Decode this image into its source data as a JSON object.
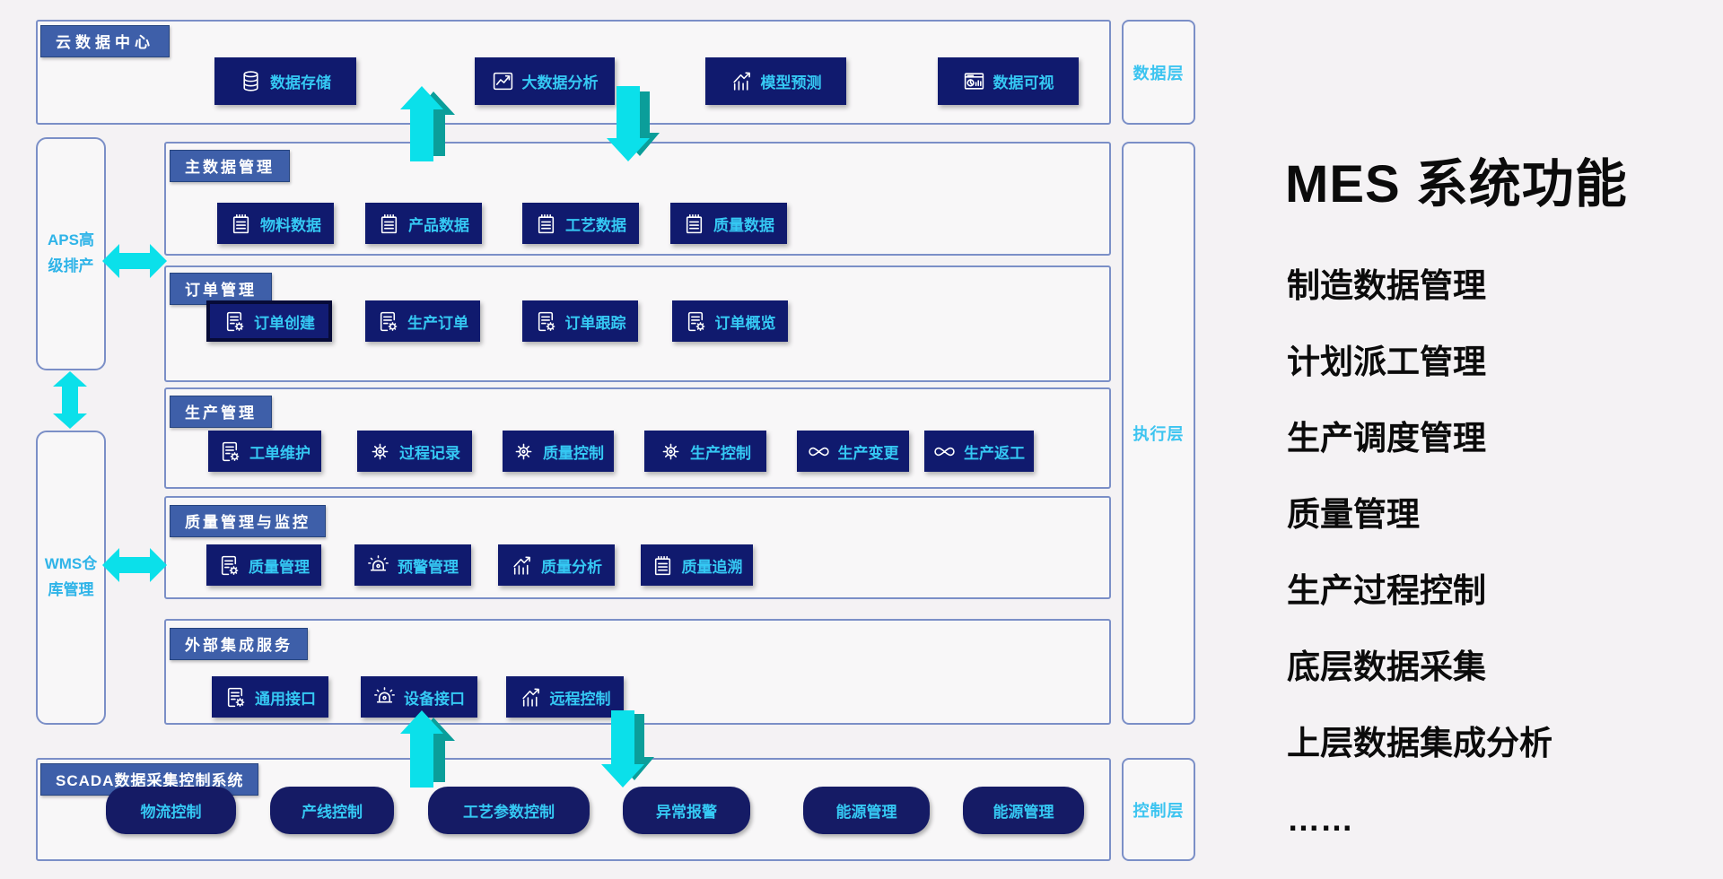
{
  "right_panel": {
    "title": "MES 系统功能",
    "items": [
      "制造数据管理",
      "计划派工管理",
      "生产调度管理",
      "质量管理",
      "生产过程控制",
      "底层数据采集",
      "上层数据集成分析",
      "……"
    ]
  },
  "layers": [
    {
      "label": "数据层"
    },
    {
      "label": "执行层"
    },
    {
      "label": "控制层"
    }
  ],
  "left_systems": [
    {
      "label": "APS高级排产"
    },
    {
      "label": "WMS仓库管理"
    }
  ],
  "cloud": {
    "title": "云数据中心",
    "items": [
      {
        "label": "数据存储",
        "icon": "database-icon"
      },
      {
        "label": "大数据分析",
        "icon": "line-chart-icon"
      },
      {
        "label": "模型预测",
        "icon": "bar-chart-icon"
      },
      {
        "label": "数据可视",
        "icon": "dashboard-icon"
      }
    ]
  },
  "sections": [
    {
      "title": "主数据管理",
      "items": [
        {
          "label": "物料数据",
          "icon": "notepad-icon"
        },
        {
          "label": "产品数据",
          "icon": "notepad-icon"
        },
        {
          "label": "工艺数据",
          "icon": "notepad-icon"
        },
        {
          "label": "质量数据",
          "icon": "notepad-icon"
        }
      ]
    },
    {
      "title": "订单管理",
      "items": [
        {
          "label": "订单创建",
          "icon": "doc-gear-icon",
          "selected": true
        },
        {
          "label": "生产订单",
          "icon": "doc-gear-icon"
        },
        {
          "label": "订单跟踪",
          "icon": "doc-gear-icon"
        },
        {
          "label": "订单概览",
          "icon": "doc-gear-icon"
        }
      ]
    },
    {
      "title": "生产管理",
      "items": [
        {
          "label": "工单维护",
          "icon": "doc-gear-icon"
        },
        {
          "label": "过程记录",
          "icon": "gear-icon"
        },
        {
          "label": "质量控制",
          "icon": "gear-icon"
        },
        {
          "label": "生产控制",
          "icon": "gear-icon"
        },
        {
          "label": "生产变更",
          "icon": "infinity-icon"
        },
        {
          "label": "生产返工",
          "icon": "infinity-icon"
        }
      ]
    },
    {
      "title": "质量管理与监控",
      "items": [
        {
          "label": "质量管理",
          "icon": "doc-gear-icon"
        },
        {
          "label": "预警管理",
          "icon": "alarm-icon"
        },
        {
          "label": "质量分析",
          "icon": "bar-chart-icon"
        },
        {
          "label": "质量追溯",
          "icon": "notepad-icon"
        }
      ]
    },
    {
      "title": "外部集成服务",
      "items": [
        {
          "label": "通用接口",
          "icon": "doc-gear-icon"
        },
        {
          "label": "设备接口",
          "icon": "alarm-icon"
        },
        {
          "label": "远程控制",
          "icon": "bar-chart-icon"
        }
      ]
    }
  ],
  "scada": {
    "title": "SCADA数据采集控制系统",
    "items": [
      {
        "label": "物流控制"
      },
      {
        "label": "产线控制"
      },
      {
        "label": "工艺参数控制"
      },
      {
        "label": "异常报警"
      },
      {
        "label": "能源管理"
      },
      {
        "label": "能源管理"
      }
    ]
  },
  "colors": {
    "accent_cyan": "#35c8f3",
    "button_navy": "#101a6e",
    "tab_blue": "#3e5fa9",
    "arrow_cyan": "#0be0ea",
    "arrow_teal": "#0b9e9a",
    "label_blue": "#2fb4e8"
  }
}
